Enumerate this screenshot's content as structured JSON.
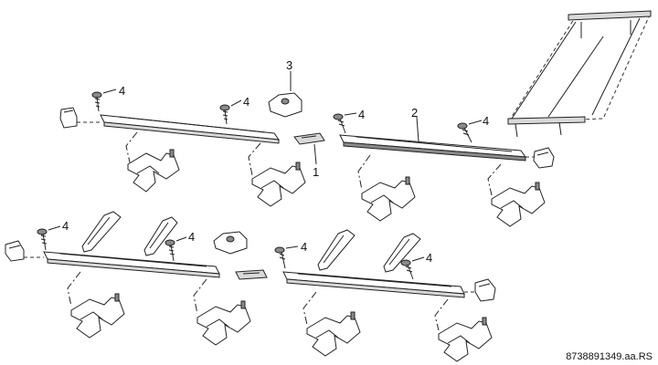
{
  "callouts": {
    "screw": "4",
    "rail": "2",
    "clip": "3",
    "connector": "1"
  },
  "reference_code": "8738891349.aa.RS"
}
